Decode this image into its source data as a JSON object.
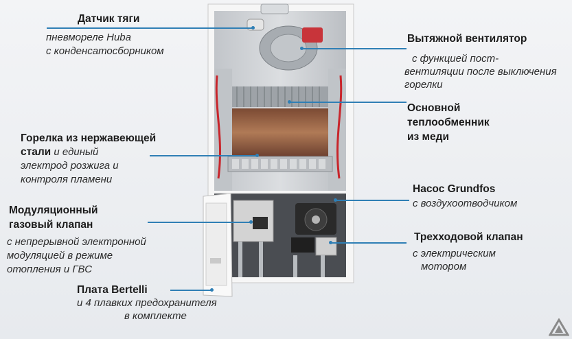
{
  "labels": {
    "draft_sensor": {
      "title": "Датчик тяги",
      "desc": [
        "пневмореле Huba",
        "с конденсатосборником"
      ]
    },
    "exhaust_fan": {
      "title": "Вытяжной вентилятор",
      "desc": [
        "с функцией пост-",
        "вентиляции после выключения",
        "горелки"
      ]
    },
    "heat_exchanger": {
      "title": [
        "Основной",
        "теплообменник",
        "из меди"
      ]
    },
    "burner": {
      "title": [
        "Горелка из нержавеющей",
        "стали"
      ],
      "desc_inline": " и единый",
      "desc": [
        "электрод розжига и",
        "контроля пламени"
      ]
    },
    "pump": {
      "title": "Насос Grundfos",
      "desc": [
        "с воздухоотводчиком"
      ]
    },
    "gas_valve": {
      "title": [
        "Модуляционный",
        "газовый клапан"
      ],
      "desc": [
        "с непрерывной электронной",
        "модуляцией в режиме",
        "отопления и ГВС"
      ]
    },
    "three_way_valve": {
      "title": "Трехходовой клапан",
      "desc": [
        "с электрическим",
        "мотором"
      ]
    },
    "board": {
      "title": "Плата Bertelli",
      "desc": [
        "и 4 плавких предохранителя",
        "в комплекте"
      ]
    }
  },
  "colors": {
    "callout": "#2f7fb5",
    "cabinet": "#f4f4f4",
    "interior": "#d3d6d9",
    "copper": "#a0684a",
    "burner_rail": "#b9bcc0",
    "pump_body": "#2a2a2a",
    "wire_red": "#c8252b"
  },
  "icons": {
    "watermark": "logo-triangle-icon"
  }
}
